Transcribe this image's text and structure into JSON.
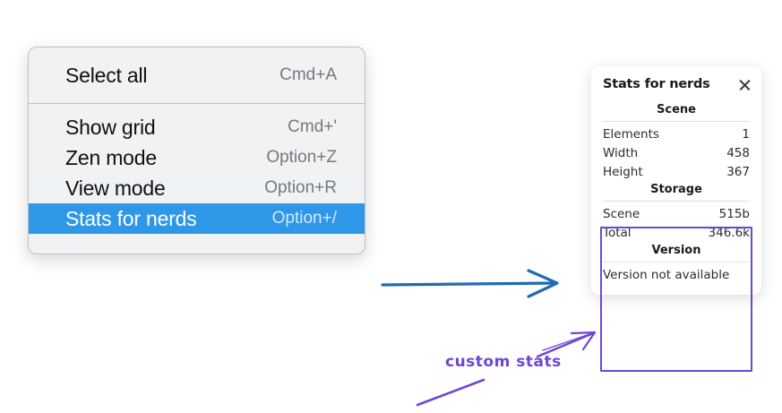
{
  "context_menu": {
    "groups": [
      {
        "items": [
          {
            "label": "Select all",
            "shortcut": "Cmd+A",
            "selected": false
          }
        ]
      },
      {
        "items": [
          {
            "label": "Show grid",
            "shortcut": "Cmd+'",
            "selected": false
          },
          {
            "label": "Zen mode",
            "shortcut": "Option+Z",
            "selected": false
          },
          {
            "label": "View mode",
            "shortcut": "Option+R",
            "selected": false
          },
          {
            "label": "Stats for nerds",
            "shortcut": "Option+/",
            "selected": true
          }
        ]
      }
    ],
    "selected_background": "#2f97e8",
    "background": "#f1f2f4"
  },
  "stats_panel": {
    "title": "Stats for nerds",
    "close_icon": "close-icon",
    "sections": [
      {
        "name": "scene",
        "title": "Scene",
        "rows": [
          {
            "label": "Elements",
            "value": "1"
          },
          {
            "label": "Width",
            "value": "458"
          },
          {
            "label": "Height",
            "value": "367"
          }
        ]
      },
      {
        "name": "storage",
        "title": "Storage",
        "rows": [
          {
            "label": "Scene",
            "value": "515b"
          },
          {
            "label": "Total",
            "value": "346.6k"
          }
        ]
      },
      {
        "name": "version",
        "title": "Version",
        "note": "Version not available"
      }
    ],
    "highlight_color": "#6f45d8"
  },
  "annotations": {
    "label": "custom stats",
    "label_color": "#6f45d8",
    "flow_arrow_color": "#1f6bb0"
  }
}
